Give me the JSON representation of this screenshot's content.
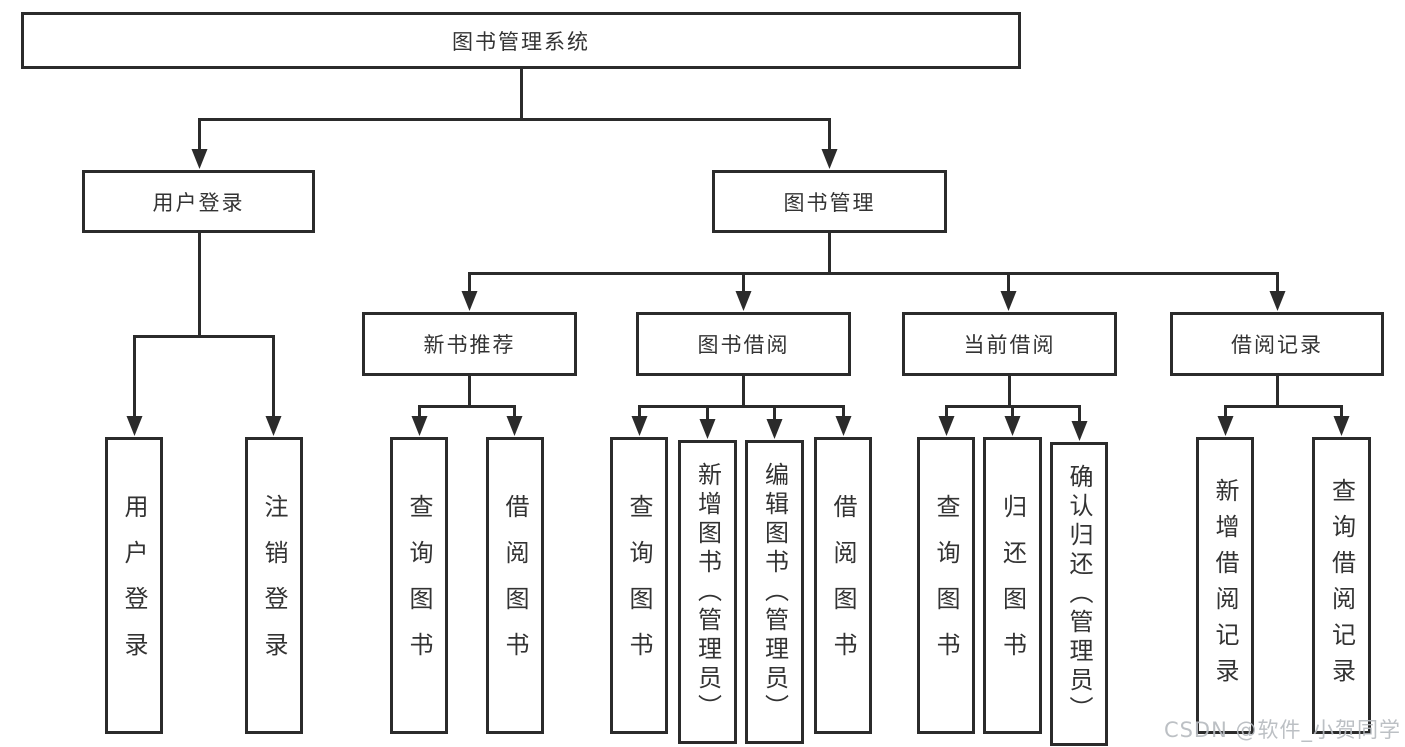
{
  "tree": {
    "label": "图书管理系统",
    "children": [
      {
        "label": "用户登录",
        "children": [
          {
            "label": "用户登录"
          },
          {
            "label": "注销登录"
          }
        ]
      },
      {
        "label": "图书管理",
        "children": [
          {
            "label": "新书推荐",
            "children": [
              {
                "label": "查询图书"
              },
              {
                "label": "借阅图书"
              }
            ]
          },
          {
            "label": "图书借阅",
            "children": [
              {
                "label": "查询图书"
              },
              {
                "label": "新增图书（管理员）"
              },
              {
                "label": "编辑图书（管理员）"
              },
              {
                "label": "借阅图书"
              }
            ]
          },
          {
            "label": "当前借阅",
            "children": [
              {
                "label": "查询图书"
              },
              {
                "label": "归还图书"
              },
              {
                "label": "确认归还（管理员）"
              }
            ]
          },
          {
            "label": "借阅记录",
            "children": [
              {
                "label": "新增借阅记录"
              },
              {
                "label": "查询借阅记录"
              }
            ]
          }
        ]
      }
    ]
  },
  "watermark": {
    "text": "CSDN @软件_小贺同学"
  },
  "colors": {
    "line": "#2b2b2b",
    "text": "#333333",
    "box_background": "#ffffff",
    "watermark": "#b7bbc0",
    "background": "#ffffff"
  }
}
